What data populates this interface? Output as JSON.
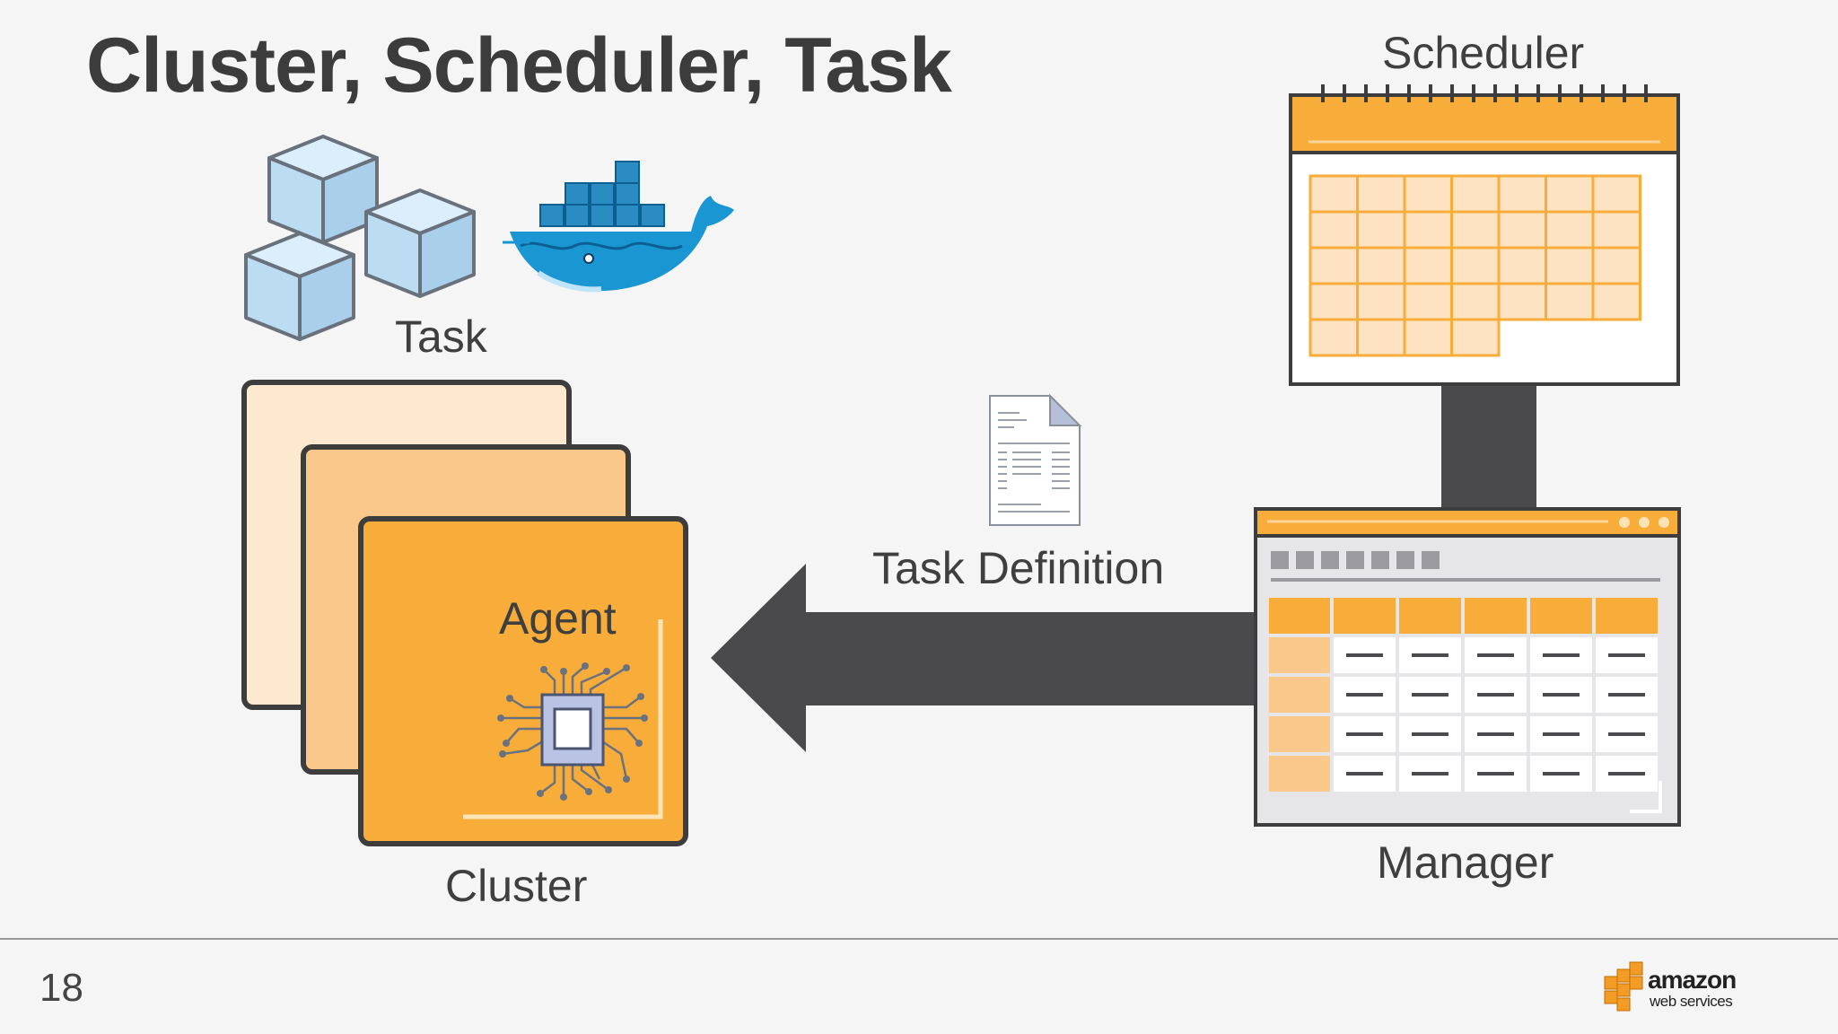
{
  "slide": {
    "title": "Cluster, Scheduler, Task",
    "page_number": "18"
  },
  "labels": {
    "task": "Task",
    "agent": "Agent",
    "cluster": "Cluster",
    "task_definition": "Task Definition",
    "scheduler": "Scheduler",
    "manager": "Manager"
  },
  "logo": {
    "line1": "amazon",
    "line2": "web services"
  },
  "icons": [
    "cubes-icon",
    "docker-whale-icon",
    "document-icon",
    "cpu-chip-icon",
    "calendar-icon",
    "dashboard-window-icon",
    "arrow-left-icon"
  ],
  "colors": {
    "accent_orange": "#f8ad3a",
    "light_orange": "#fbc88b",
    "pale_orange": "#fde9cf",
    "dark_gray": "#4a4a4d",
    "cube_blue": "#bcdcf2",
    "docker_blue": "#1a96d3"
  }
}
